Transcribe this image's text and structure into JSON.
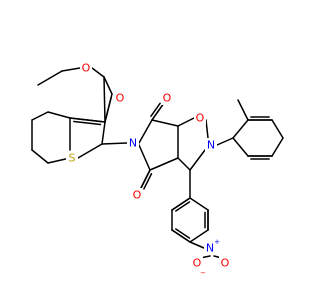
{
  "molecule": {
    "atom_labels": {
      "o_ester_carbonyl": "O",
      "o_ester_ether": "O",
      "s_thiophene": "S",
      "n_imide": "N",
      "o_imide_top": "O",
      "o_imide_bottom": "O",
      "o_isoxazolidine": "O",
      "n_isoxazolidine": "N",
      "n_nitro": "N",
      "nitro_n_charge": "+",
      "o_nitro_left": "O",
      "nitro_o_charge": "−",
      "o_nitro_right": "O"
    },
    "colors": {
      "bond": "#000000",
      "oxygen": "#ff0000",
      "nitrogen": "#0000ff",
      "sulfur": "#b2a400"
    }
  }
}
